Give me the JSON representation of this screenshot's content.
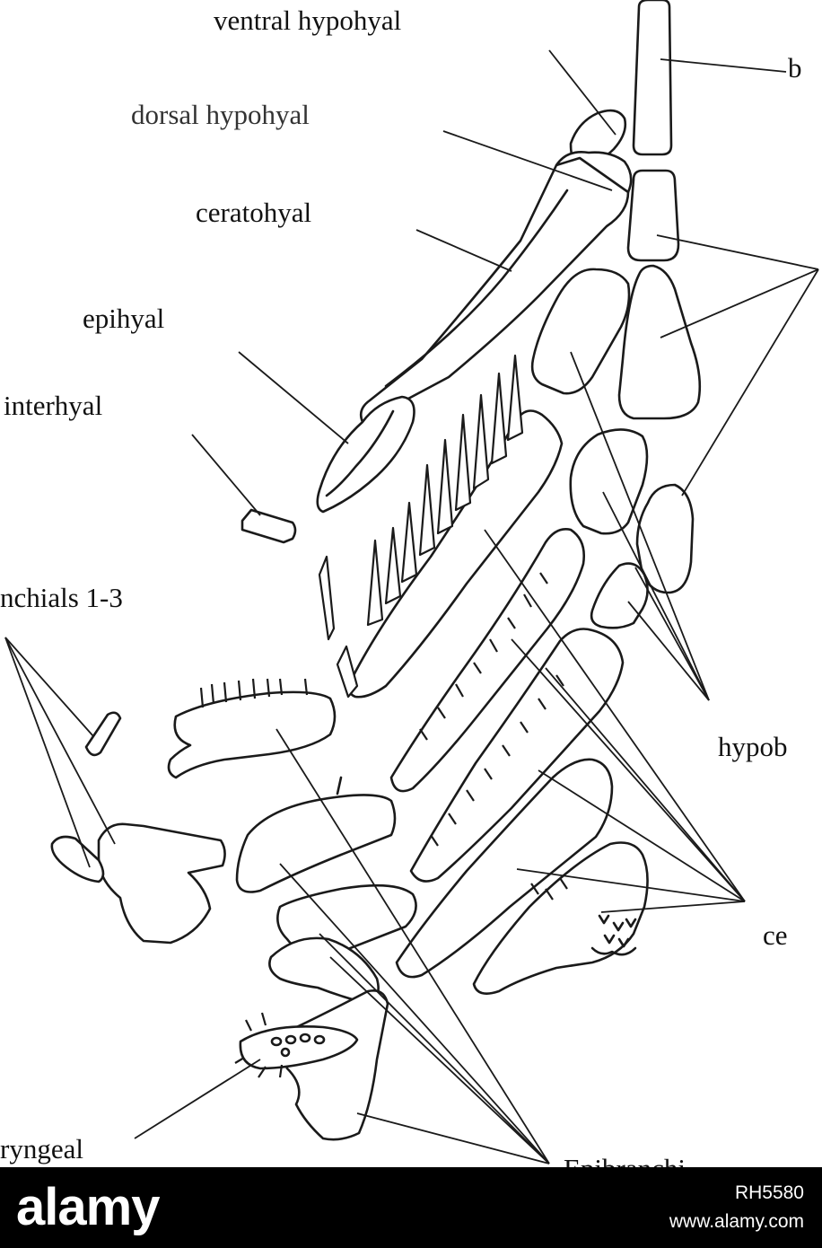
{
  "figure": {
    "labels": {
      "ventral_hypohyal": "ventral hypohyal",
      "dorsal_hypohyal": "dorsal hypohyal",
      "ceratohyal": "ceratohyal",
      "epihyal": "epihyal",
      "interhyal": "interhyal",
      "right_edge_top": "b",
      "branchials": "nchials 1-3",
      "hypobranchials": "hypob",
      "ceratobranchials": "ce",
      "pharyngeal": "ryngeal",
      "epibranchials": "Epibranchi"
    }
  },
  "watermark": {
    "brand": "alamy",
    "image_id": "RH5580",
    "site": "www.alamy.com"
  },
  "colors": {
    "ink": "#1a1a1a",
    "paper": "#ffffff",
    "footer_bg": "#000000",
    "footer_text": "#ffffff"
  }
}
